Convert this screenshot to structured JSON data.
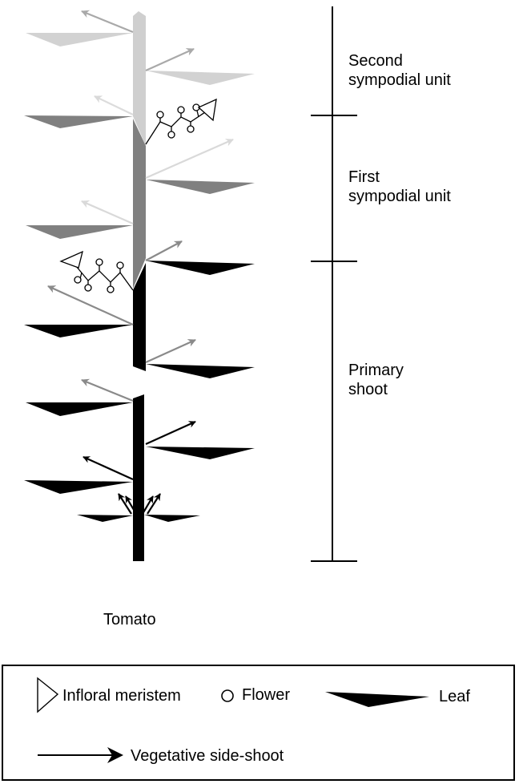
{
  "plant_name": "Tomato",
  "units": [
    {
      "line1": "Second",
      "line2": "sympodial unit"
    },
    {
      "line1": "First",
      "line2": "sympodial unit"
    },
    {
      "line1": "Primary",
      "line2": "shoot"
    }
  ],
  "legend": {
    "inflorescence_meristem": "Infloral meristem",
    "flower": "Flower",
    "leaf": "Leaf",
    "vegetative_side_shoot": "Vegetative side-shoot"
  },
  "colors": {
    "primary_shoot": "#000000",
    "first_sympodial_unit": "#808080",
    "second_sympodial_unit": "#cfcfcf",
    "faint_arrow": "#dcdcdc"
  },
  "icons": [
    "triangle-icon",
    "circle-icon",
    "leaf-icon",
    "arrow-icon"
  ]
}
